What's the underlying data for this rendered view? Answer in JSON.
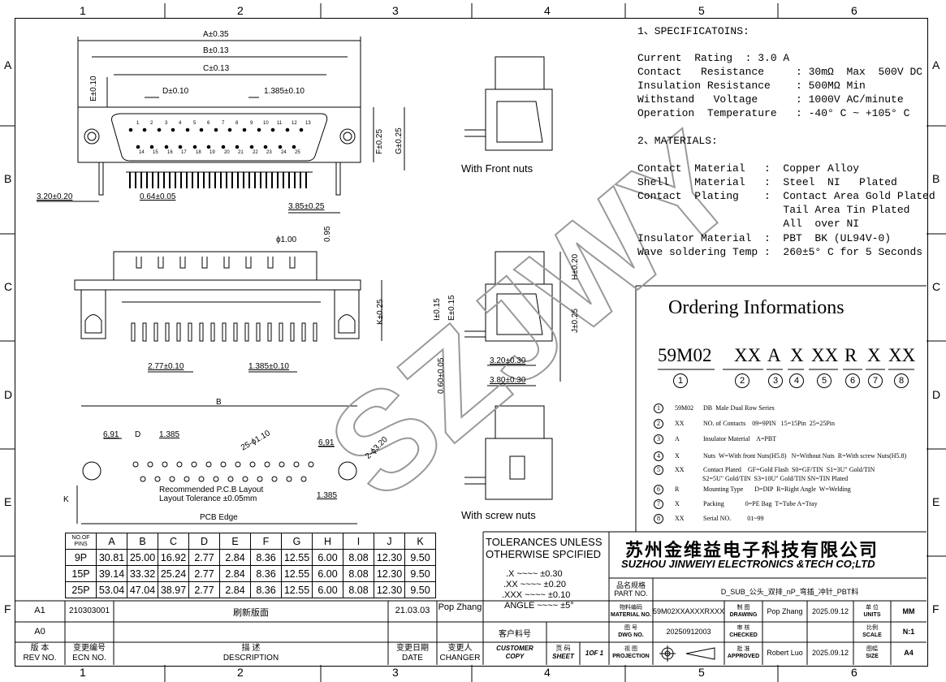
{
  "zones": {
    "columns": [
      "1",
      "2",
      "3",
      "4",
      "5",
      "6"
    ],
    "rows": [
      "A",
      "B",
      "C",
      "D",
      "E",
      "F"
    ]
  },
  "specs": {
    "heading": "1、SPECIFICATOINS:",
    "lines": [
      "Current  Rating  : 3.0 A",
      "Contact   Resistance     : 30mΩ  Max  500V DC",
      "Insulation Resistance    : 500MΩ Min",
      "Withstand   Voltage      : 1000V AC/minute",
      "Operation  Temperature   : -40° C ~ +105° C"
    ]
  },
  "materials": {
    "heading": "2、MATERIALS:",
    "lines": [
      "Contact  Material   :  Copper Alloy",
      "Shell    Material   :  Steel  NI   Plated",
      "Contact  Plating    :  Contact Area Gold Plated",
      "                       Tail Area Tin Plated",
      "                       All  over NI",
      "Insulator Material  :  PBT  BK (UL94V-0)",
      "Wave soldering Temp :  260±5° C for 5 Seconds"
    ]
  },
  "ordering": {
    "title": "Ordering Informations",
    "code_parts": [
      "59M02",
      "XX",
      "A",
      "X",
      "XX",
      "R",
      "X",
      "XX"
    ],
    "nums": [
      "1",
      "2",
      "3",
      "4",
      "5",
      "6",
      "7",
      "8"
    ],
    "items": [
      {
        "n": "1",
        "code": "59M02",
        "desc": "DB  Male Dual Row Series"
      },
      {
        "n": "2",
        "code": "XX",
        "desc": "NO. of Contacts    09=9PIN   15=15Pin  25=25Pin"
      },
      {
        "n": "3",
        "code": "A",
        "desc": "Insulator Material    A=PBT"
      },
      {
        "n": "4",
        "code": "X",
        "desc": "Nuts  W=With front Nuts(H5.8)   N=Without Nuts  R=With screw Nuts(H5.8)"
      },
      {
        "n": "5",
        "code": "XX",
        "desc": "Contact Plated    GF=Gold Flash  S0=GF/TIN  S1=3U\" Gold/TIN\n                              S2=5U\" Gold/TIN  S3=10U\" Gold/TIN SN=TIN Plated"
      },
      {
        "n": "6",
        "code": "R",
        "desc": "Mounting Type       D=DIP  R=Right Angle  W=Welding"
      },
      {
        "n": "7",
        "code": "X",
        "desc": "Packing             0=PE Bag  T=Tube A=Tray"
      },
      {
        "n": "8",
        "code": "XX",
        "desc": "Serial NO.          01~99"
      }
    ]
  },
  "dims_top": {
    "a": "A±0.35",
    "b": "B±0.13",
    "c": "C±0.13",
    "d": "D±0.10",
    "e": "E±0.10",
    "pitch": "1.385±0.10",
    "f": "F±0.25",
    "g": "G±0.25",
    "left": "3.20±0.20",
    "pin": "0.64±0.05",
    "right": "3.85±0.25",
    "row1": [
      "1",
      "2",
      "3",
      "4",
      "5",
      "6",
      "7",
      "8",
      "9",
      "10",
      "11",
      "12",
      "13"
    ],
    "row2": [
      "14",
      "15",
      "16",
      "17",
      "18",
      "19",
      "20",
      "21",
      "22",
      "23",
      "24",
      "25"
    ]
  },
  "dims_mid": {
    "hole": "ϕ1.00",
    "top": "0.95",
    "k": "K±0.25",
    "pitch": "2.77±0.10",
    "pitch2": "1.385±0.10"
  },
  "dims_side": {
    "h": "H±0.20",
    "j": "J±0.25",
    "i": "I±0.15",
    "e": "E±0.15",
    "d1": "3.20±0.30",
    "d2": "3.80±0.30",
    "d3": "0.60±0.05",
    "front_caption": "With   Front nuts",
    "screw_caption": "With   screw nuts"
  },
  "pcb": {
    "b": "B",
    "d691": "6,91",
    "d": "D",
    "p": "1.385",
    "hole": "25-ϕ1.10",
    "d691b": "6,91",
    "mount": "2-ϕ3.20",
    "k": "K",
    "rec1": "Recommended P.C.B Layout",
    "rec2": "Layout Tolerance ±0.05mm",
    "edge": "PCB   Edge",
    "p2": "1.385"
  },
  "dim_table": {
    "header": [
      "NO.OF PINS",
      "A",
      "B",
      "C",
      "D",
      "E",
      "F",
      "G",
      "H",
      "I",
      "J",
      "K"
    ],
    "rows": [
      [
        "9P",
        "30.81",
        "25.00",
        "16.92",
        "2.77",
        "2.84",
        "8.36",
        "12.55",
        "6.00",
        "8.08",
        "12.30",
        "9.50"
      ],
      [
        "15P",
        "39.14",
        "33.32",
        "25.24",
        "2.77",
        "2.84",
        "8.36",
        "12.55",
        "6.00",
        "8.08",
        "12.30",
        "9.50"
      ],
      [
        "25P",
        "53.04",
        "47.04",
        "38.97",
        "2.77",
        "2.84",
        "8.36",
        "12.55",
        "6.00",
        "8.08",
        "12.30",
        "9.50"
      ]
    ]
  },
  "tolerances": {
    "title1": "TOLERANCES UNLESS",
    "title2": "OTHERWISE SPCIFIED",
    "lines": [
      ".X  ~~~~  ±0.30",
      ".XX  ~~~~  ±0.20",
      ".XXX  ~~~~  ±0.10",
      "ANGLE  ~~~~  ±5°"
    ]
  },
  "company": {
    "cn": "苏州金维益电子科技有限公司",
    "en": "SUZHOU JINWEIYI ELECTRONICS &TECH CO;LTD"
  },
  "title_block": {
    "part_cn": "品名规格",
    "part_en": "PART NO.",
    "part_value": "D_SUB_公头_双排_nP_弯插_冲针_PBT料",
    "mat_cn": "物料编码",
    "mat_en": "MATERIAL NO.",
    "mat_value": "59M02XXAXXXRXXX",
    "drw_cn": "制 图",
    "drw_en": "DRAWING",
    "drw_name": "Pop  Zhang",
    "drw_date": "2025.09.12",
    "units_cn": "单 位",
    "units_en": "UNITS",
    "units_value": "MM",
    "dwg_cn": "图 号",
    "dwg_en": "DWG NO.",
    "dwg_value": "20250912003",
    "chk_cn": "审 核",
    "chk_en": "CHECKED",
    "scale_cn": "比例",
    "scale_en": "SCALE",
    "scale_value": "N:1",
    "cust_cn": "客户料号",
    "custcopy1": "CUSTOMER",
    "custcopy2": "COPY",
    "sheet_cn": "页 码",
    "sheet_en": "SHEET",
    "sheet_value": "1OF 1",
    "proj_cn": "视 图",
    "proj_en": "PROJECTION",
    "app_cn": "批 准",
    "app_en": "APPROVED",
    "app_name": "Robert  Luo",
    "app_date": "2025.09.12",
    "size_cn": "图幅",
    "size_en": "SIZE",
    "size_value": "A4"
  },
  "revisions": {
    "row1": {
      "rev": "A1",
      "ecn": "210303001",
      "desc": "刷新版面",
      "date": "21.03.03",
      "changer": "Pop Zhang"
    },
    "row2": {
      "rev": "A0"
    },
    "hdr": {
      "rev_cn": "版  本",
      "rev_en": "REV NO.",
      "ecn_cn": "变更编号",
      "ecn_en": "ECN  NO.",
      "desc_cn": "描  述",
      "desc_en": "DESCRIPTION",
      "date_cn": "变更日期",
      "date_en": "DATE",
      "chg_cn": "变更人",
      "chg_en": "CHANGER"
    }
  },
  "watermark": "SZJWY"
}
